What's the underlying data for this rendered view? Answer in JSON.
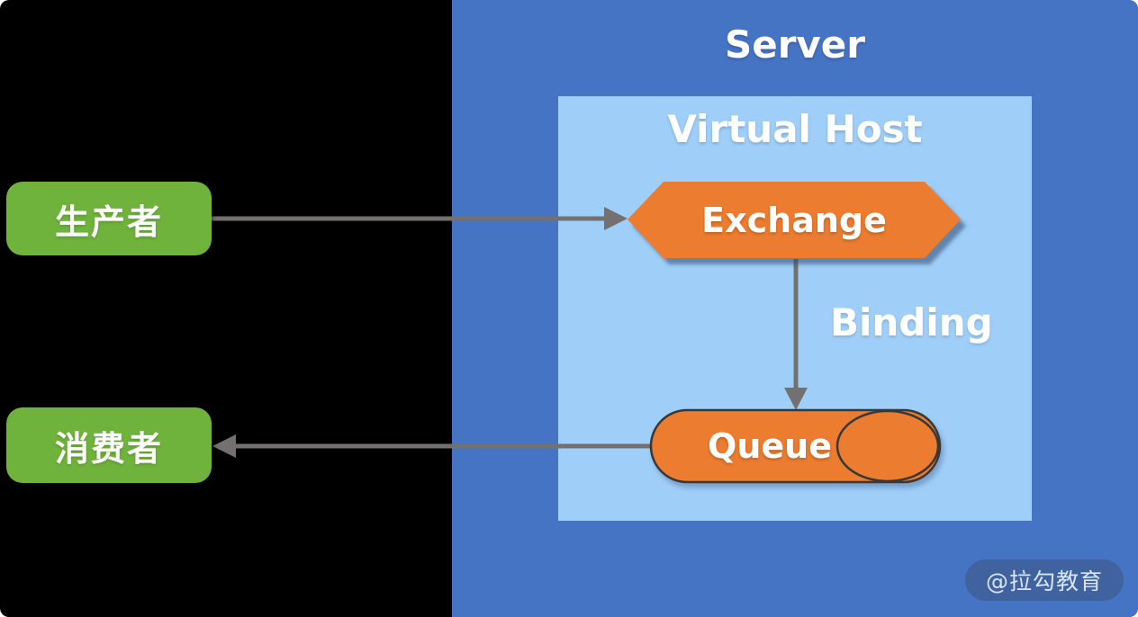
{
  "diagram": {
    "server": {
      "label": "Server"
    },
    "virtual_host": {
      "label": "Virtual Host"
    },
    "nodes": {
      "producer": {
        "label": "生产者",
        "shape": "rounded-rect",
        "color": "#6FB33C"
      },
      "consumer": {
        "label": "消费者",
        "shape": "rounded-rect",
        "color": "#6FB33C"
      },
      "exchange": {
        "label": "Exchange",
        "shape": "hexagon",
        "color": "#EC7C2F"
      },
      "queue": {
        "label": "Queue",
        "shape": "cylinder",
        "color": "#EC7C2F"
      }
    },
    "edges": [
      {
        "from": "producer",
        "to": "exchange",
        "label": ""
      },
      {
        "from": "exchange",
        "to": "queue",
        "label": "Binding"
      },
      {
        "from": "queue",
        "to": "consumer",
        "label": ""
      }
    ],
    "binding": {
      "label": "Binding"
    }
  },
  "watermark": {
    "label": "@拉勾教育"
  },
  "colors": {
    "background": "#000000",
    "server_panel": "#4674C4",
    "virtual_host_box": "#9FCFF9",
    "node_orange": "#EC7C2F",
    "node_green": "#6FB33C",
    "arrow_gray": "#747070",
    "outline_dark": "#383838",
    "watermark_bg": "#40639F",
    "text_white": "#FFFFFF"
  }
}
